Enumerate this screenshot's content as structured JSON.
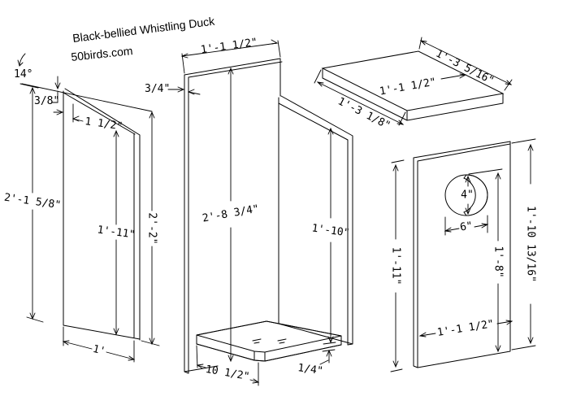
{
  "title": {
    "name": "Black-bellied Whistling Duck",
    "site": "50birds.com"
  },
  "colors": {
    "ink": "#000000",
    "paper": "#ffffff"
  },
  "views": {
    "side": {
      "angle": "14°",
      "roof_edge": "3/8\"",
      "setback": "1 1/2\"",
      "front_height": "2'-1 5/8\"",
      "inner_height": "1'-11\"",
      "back_height": "2'-2\"",
      "depth": "1'"
    },
    "assembly": {
      "back_width": "1'-1 1/2\"",
      "thickness": "3/4\"",
      "back_height": "2'-8 3/4\"",
      "side_height": "1'-10\"",
      "floor_width": "10 1/2\"",
      "recess": "1/4\""
    },
    "roof": {
      "right_edge": "1'-3 5/16\"",
      "left_edge": "1'-3 1/8\"",
      "width": "1'-1 1/2\""
    },
    "front": {
      "hole_height": "4\"",
      "hole_width": "6\"",
      "hole_to_bottom": "1'-8\"",
      "left_height": "1'-11\"",
      "right_height": "1'-10 13/16\"",
      "width": "1'-1 1/2\""
    }
  }
}
